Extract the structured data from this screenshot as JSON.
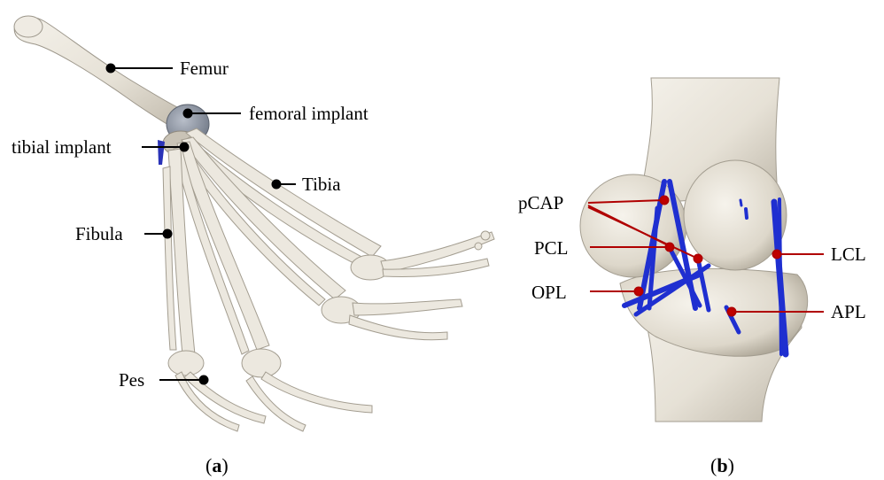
{
  "panel_a": {
    "caption_open": "(",
    "caption_letter": "a",
    "caption_close": ")",
    "labels": {
      "femur": "Femur",
      "femoral_implant": "femoral implant",
      "tibial_implant": "tibial implant",
      "tibia": "Tibia",
      "fibula": "Fibula",
      "pes": "Pes"
    }
  },
  "panel_b": {
    "caption_open": "(",
    "caption_letter": "b",
    "caption_close": ")",
    "labels": {
      "pcap": "pCAP",
      "pcl": "PCL",
      "opl": "OPL",
      "lcl": "LCL",
      "apl": "APL"
    }
  },
  "colors": {
    "bone": "#e9e5dc",
    "bone_shade": "#c9c3b6",
    "bone_outline": "#9c968a",
    "implant": "#8f96a3",
    "ligament": "#1f2fd0",
    "leader_a": "#000000",
    "leader_b": "#b00000"
  }
}
